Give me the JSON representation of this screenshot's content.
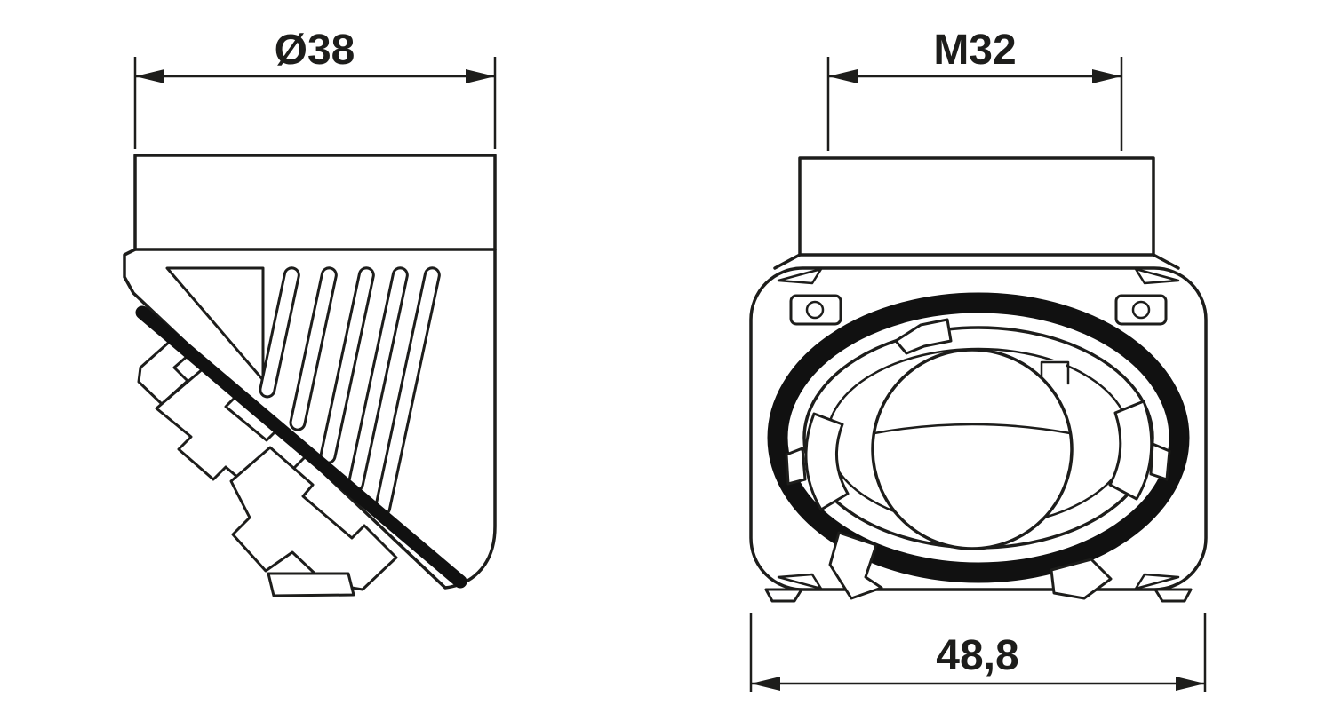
{
  "drawing": {
    "background": "#ffffff",
    "ink_color": "#1d1d1b",
    "seal_color": "#111111",
    "side_view": {
      "dimension_diameter": "Ø38"
    },
    "front_view": {
      "dimension_thread": "M32",
      "dimension_width": "48,8"
    }
  }
}
